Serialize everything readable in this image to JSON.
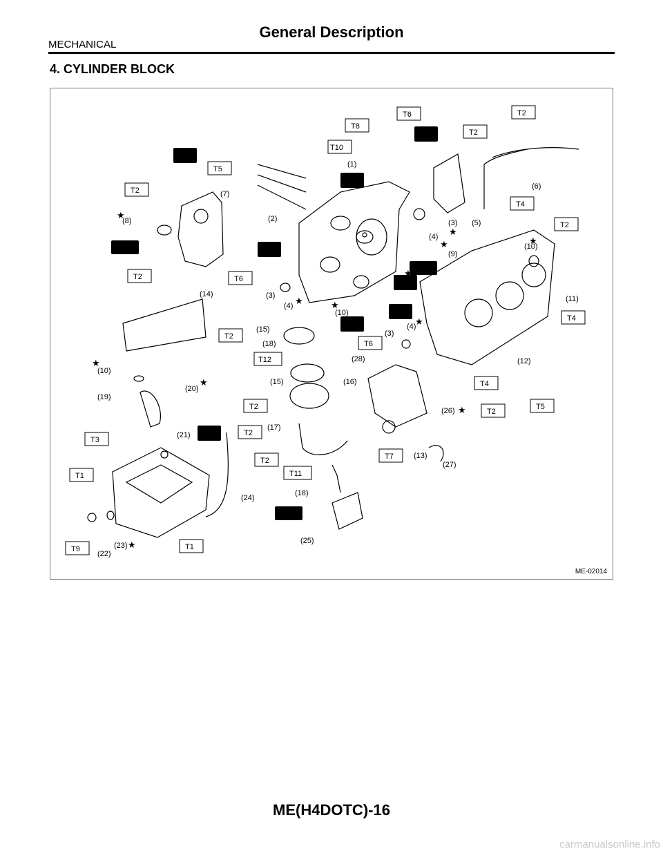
{
  "header": {
    "section": "MECHANICAL",
    "title": "General Description"
  },
  "heading": "4.  CYLINDER BLOCK",
  "figure": {
    "code": "ME-02014",
    "torque_tags": [
      "T10",
      "T8",
      "T6",
      "T2",
      "T2",
      "T5",
      "T2",
      "T2",
      "T4",
      "T2",
      "T6",
      "T4",
      "T2",
      "T12",
      "T6",
      "T2",
      "T4",
      "T2",
      "T5",
      "T2",
      "T3",
      "T2",
      "T7",
      "T11",
      "T1",
      "T1",
      "T9"
    ],
    "callouts": [
      "(1)",
      "(2)",
      "(3)",
      "(4)",
      "(3)",
      "(4)",
      "(5)",
      "(9)",
      "(6)",
      "(7)",
      "(8)",
      "(10)",
      "(10)",
      "(10)",
      "(11)",
      "(14)",
      "(15)",
      "(18)",
      "(15)",
      "(28)",
      "(16)",
      "(3)",
      "(4)",
      "(12)",
      "(10)",
      "(19)",
      "(20)",
      "(26)",
      "(21)",
      "(17)",
      "(13)",
      "(27)",
      "(18)",
      "(24)",
      "(25)",
      "(22)",
      "(23)"
    ]
  },
  "footer": {
    "page": "ME(H4DOTC)-16",
    "watermark": "carmanualsonline.info"
  }
}
